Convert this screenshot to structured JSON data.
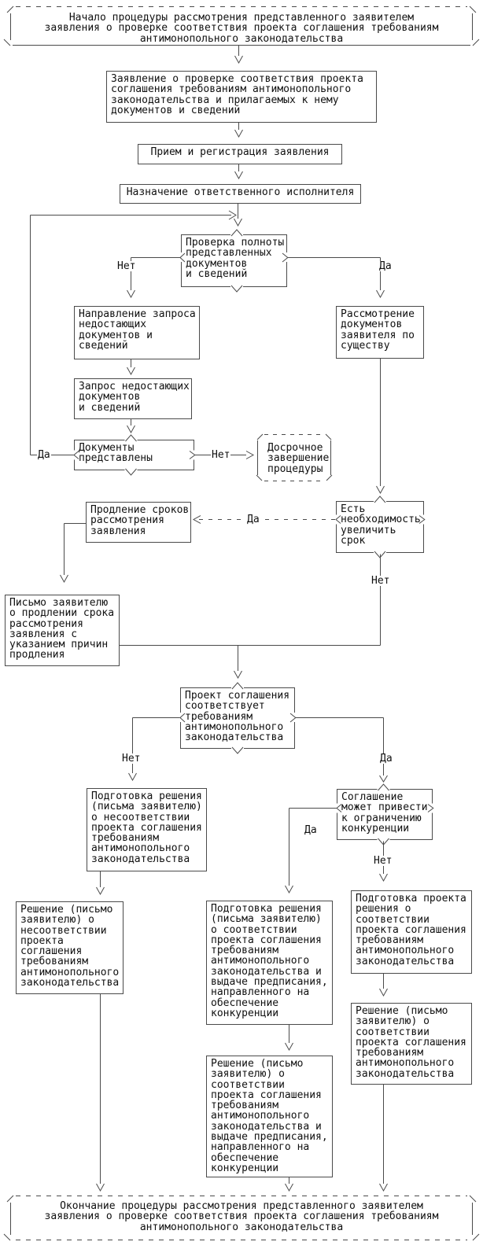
{
  "palette": {
    "line": "#4a4a4a",
    "text": "#101010",
    "background": "#ffffff"
  },
  "flowchart": {
    "start": {
      "text": "Начало процедуры рассмотрения представленного заявителем\nзаявления о проверке соответствия проекта соглашения требованиям\nантимонопольного законодательства"
    },
    "nodes": {
      "application": {
        "text": "Заявление о проверке соответствия проекта\nсоглашения требованиям антимонопольного\nзаконодательства и прилагаемых к нему\nдокументов и сведений"
      },
      "reception": {
        "text": "Прием и регистрация заявления"
      },
      "assignment": {
        "text": "Назначение ответственного исполнителя"
      },
      "check_completeness": {
        "text": "Проверка полноты\nпредставленных\nдокументов\nи сведений"
      },
      "send_request": {
        "text": "Направление запроса\nнедостающих\nдокументов и\nсведений"
      },
      "request_missing": {
        "text": "Запрос недостающих\nдокументов\nи сведений"
      },
      "docs_submitted": {
        "text": "Документы\nпредставлены"
      },
      "early_termination": {
        "text": "Досрочное\nзавершение\nпроцедуры"
      },
      "review_substance": {
        "text": "Рассмотрение\nдокументов\nзаявителя по\nсуществу"
      },
      "need_extension": {
        "text": "Есть\nнеобходимость\nувеличить\nсрок"
      },
      "extension": {
        "text": "Продление сроков\nрассмотрения\nзаявления"
      },
      "letter_extension": {
        "text": "Письмо заявителю\nо продлении срока\nрассмотрения\nзаявления с\nуказанием причин\nпродления"
      },
      "project_conforms": {
        "text": "Проект соглашения\nсоответствует\nтребованиям\nантимонопольного\nзаконодательства"
      },
      "prep_nonconformity": {
        "text": "Подготовка решения\n(письма заявителю)\nо несоответствии\nпроекта соглашения\nтребованиям\nантимонопольного\nзаконодательства"
      },
      "may_restrict_competition": {
        "text": "Соглашение\nможет привести\nк ограничению\nконкуренции"
      },
      "decision_nonconformity": {
        "text": "Решение (письмо\nзаявителю) о\nнесоответствии\nпроекта\nсоглашения\nтребованиям\nантимонопольного\nзаконодательства"
      },
      "prep_conformity_prescription": {
        "text": "Подготовка решения\n(письма заявителю)\nо соответствии\nпроекта соглашения\nтребованиям\nантимонопольного\nзаконодательства и\nвыдаче предписания,\nнаправленного на\nобеспечение\nконкуренции"
      },
      "prep_conformity": {
        "text": "Подготовка проекта\nрешения о\nсоответствии\nпроекта соглашения\nтребованиям\nантимонопольного\nзаконодательства"
      },
      "decision_conformity_prescription": {
        "text": "Решение (письмо\nзаявителю) о\nсоответствии\nпроекта соглашения\nтребованиям\nантимонопольного\nзаконодательства и\nвыдаче предписания,\nнаправленного на\nобеспечение\nконкуренции"
      },
      "decision_conformity": {
        "text": "Решение (письмо\nзаявителю) о\nсоответствии\nпроекта соглашения\nтребованиям\nантимонопольного\nзаконодательства"
      }
    },
    "end": {
      "text": "Окончание процедуры рассмотрения представленного заявителем\nзаявления о проверке соответствия проекта соглашения требованиям\nантимонопольного законодательства"
    },
    "labels": {
      "yes": "Да",
      "no": "Нет"
    }
  }
}
